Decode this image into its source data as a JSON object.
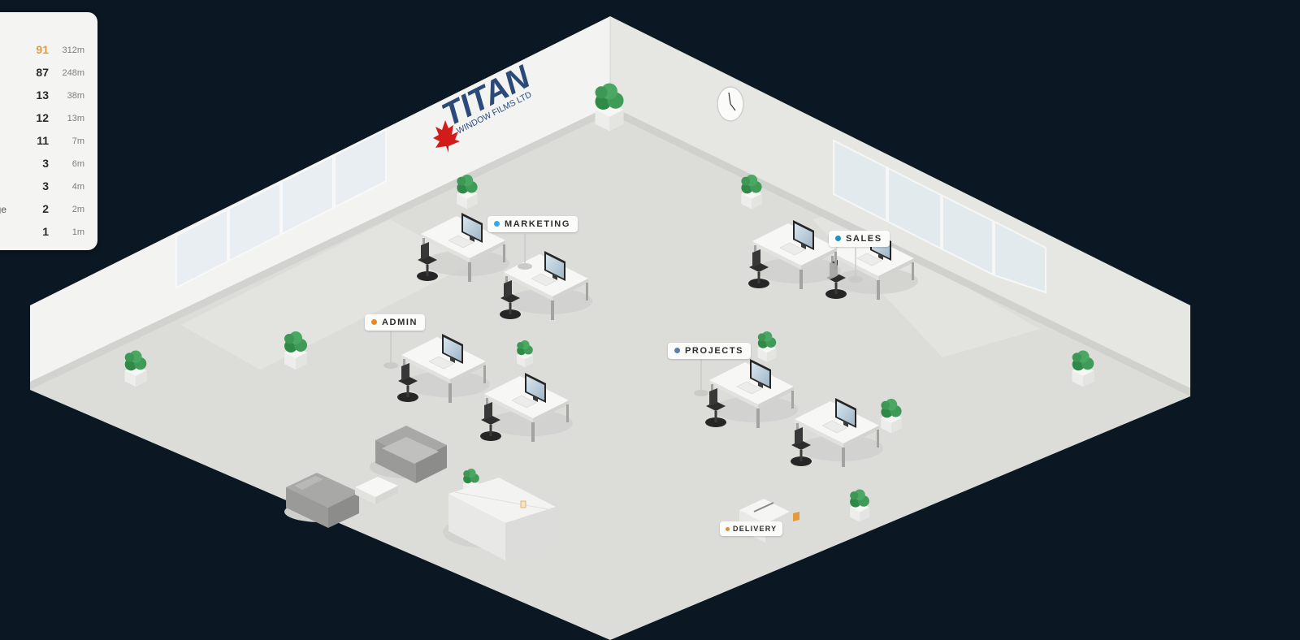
{
  "brand": {
    "logo_text": "TITAN",
    "logo_subtext": "WINDOW FILMS LTD",
    "logo_color": "#2b4a78",
    "leaf_color": "#d41b1b"
  },
  "stats": [
    {
      "label": "",
      "count": "91",
      "time": "312m",
      "highlight": true
    },
    {
      "label": "",
      "count": "87",
      "time": "248m",
      "highlight": false
    },
    {
      "label": "",
      "count": "13",
      "time": "38m",
      "highlight": false
    },
    {
      "label": "",
      "count": "12",
      "time": "13m",
      "highlight": false
    },
    {
      "label": "",
      "count": "11",
      "time": "7m",
      "highlight": false
    },
    {
      "label": "",
      "count": "3",
      "time": "6m",
      "highlight": false
    },
    {
      "label": "",
      "count": "3",
      "time": "4m",
      "highlight": false
    },
    {
      "label": "ge",
      "count": "2",
      "time": "2m",
      "highlight": false
    },
    {
      "label": "",
      "count": "1",
      "time": "1m",
      "highlight": false
    }
  ],
  "departments": [
    {
      "id": "marketing",
      "label": "MARKETING",
      "color": "#3fa7e0"
    },
    {
      "id": "sales",
      "label": "SALES",
      "color": "#1f93b8"
    },
    {
      "id": "admin",
      "label": "ADMIN",
      "color": "#e38a2e"
    },
    {
      "id": "projects",
      "label": "PROJECTS",
      "color": "#5b7fa8"
    },
    {
      "id": "delivery",
      "label": "DELIVERY",
      "color": "#e38a2e"
    }
  ],
  "colors": {
    "background": "#0b1722",
    "floor": "#dcdcd9",
    "wall_left": "#f3f3f1",
    "wall_right": "#e5e5e2",
    "plant": "#3f9b57",
    "accent": "#e39a3b"
  }
}
